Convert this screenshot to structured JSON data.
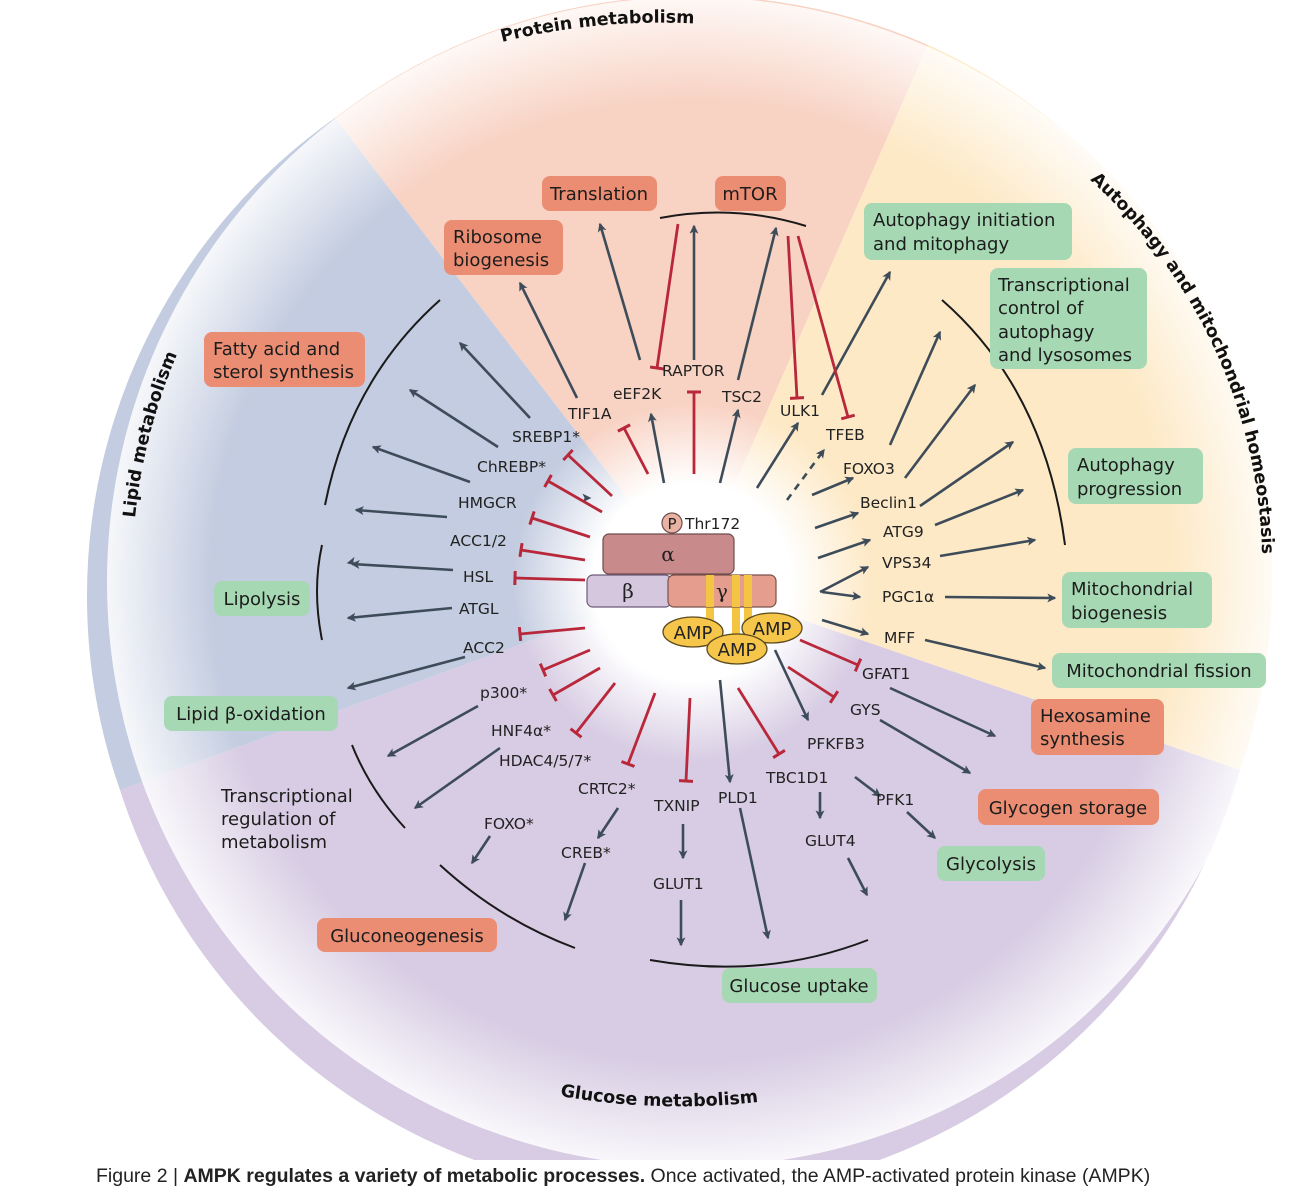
{
  "sectors": {
    "protein": "Protein metabolism",
    "autophagy": "Autophagy and mitochondrial homeostasis",
    "lipid": "Lipid metabolism",
    "glucose": "Glucose metabolism"
  },
  "ampk": {
    "phospho": "P",
    "thr": "Thr172",
    "alpha": "α",
    "beta": "β",
    "gamma": "γ",
    "amp": "AMP"
  },
  "targets": {
    "tif1a": "TIF1A",
    "eef2k": "eEF2K",
    "raptor": "RAPTOR",
    "tsc2": "TSC2",
    "ulk1": "ULK1",
    "tfeb": "TFEB",
    "foxo3": "FOXO3",
    "beclin1": "Beclin1",
    "atg9": "ATG9",
    "vps34": "VPS34",
    "pgc1a": "PGC1α",
    "mff": "MFF",
    "gfat1": "GFAT1",
    "gys": "GYS",
    "pfkfb3": "PFKFB3",
    "pfk1": "PFK1",
    "tbc1d1": "TBC1D1",
    "glut4": "GLUT4",
    "pld1": "PLD1",
    "txnip": "TXNIP",
    "glut1": "GLUT1",
    "crtc2": "CRTC2*",
    "creb": "CREB*",
    "hdac": "HDAC4/5/7*",
    "foxo": "FOXO*",
    "hnf4a": "HNF4α*",
    "p300": "p300*",
    "acc2": "ACC2",
    "atgl": "ATGL",
    "hsl": "HSL",
    "acc12": "ACC1/2",
    "hmgcr": "HMGCR",
    "chrebp": "ChREBP*",
    "srebp1": "SREBP1*"
  },
  "outcomes": {
    "translation": "Translation",
    "mtor": "mTOR",
    "ribosome": [
      "Ribosome",
      "biogenesis"
    ],
    "autophagy_init": [
      "Autophagy initiation",
      "and mitophagy"
    ],
    "transcriptional_control": [
      "Transcriptional",
      "control of",
      "autophagy",
      "and lysosomes"
    ],
    "autophagy_progression": [
      "Autophagy",
      "progression"
    ],
    "mito_biogenesis": [
      "Mitochondrial",
      "biogenesis"
    ],
    "mito_fission": "Mitochondrial fission",
    "hexosamine": [
      "Hexosamine",
      "synthesis"
    ],
    "glycogen": "Glycogen storage",
    "glycolysis": "Glycolysis",
    "glucose_uptake": "Glucose uptake",
    "gluconeogenesis": "Gluconeogenesis",
    "transcriptional_regulation": [
      "Transcriptional",
      "regulation of",
      "metabolism"
    ],
    "lipid_beta_ox": "Lipid β-oxidation",
    "lipolysis": "Lipolysis",
    "fatty_acid": [
      "Fatty acid and",
      "sterol synthesis"
    ]
  },
  "colors": {
    "inhibit": "#b8283a",
    "activate": "#3e4c5a",
    "positive_box": "#a6d8b3",
    "negative_box": "#ea8d73",
    "protein_sector": "#f8d2c3",
    "autophagy_sector": "#fde9c6",
    "glucose_sector": "#d7cce3",
    "lipid_sector": "#c3cce0"
  },
  "caption": {
    "prefix": "Figure 2 | ",
    "bold": "AMPK regulates a variety of metabolic processes.",
    "rest": " Once activated, the AMP-activated protein kinase (AMPK)"
  }
}
